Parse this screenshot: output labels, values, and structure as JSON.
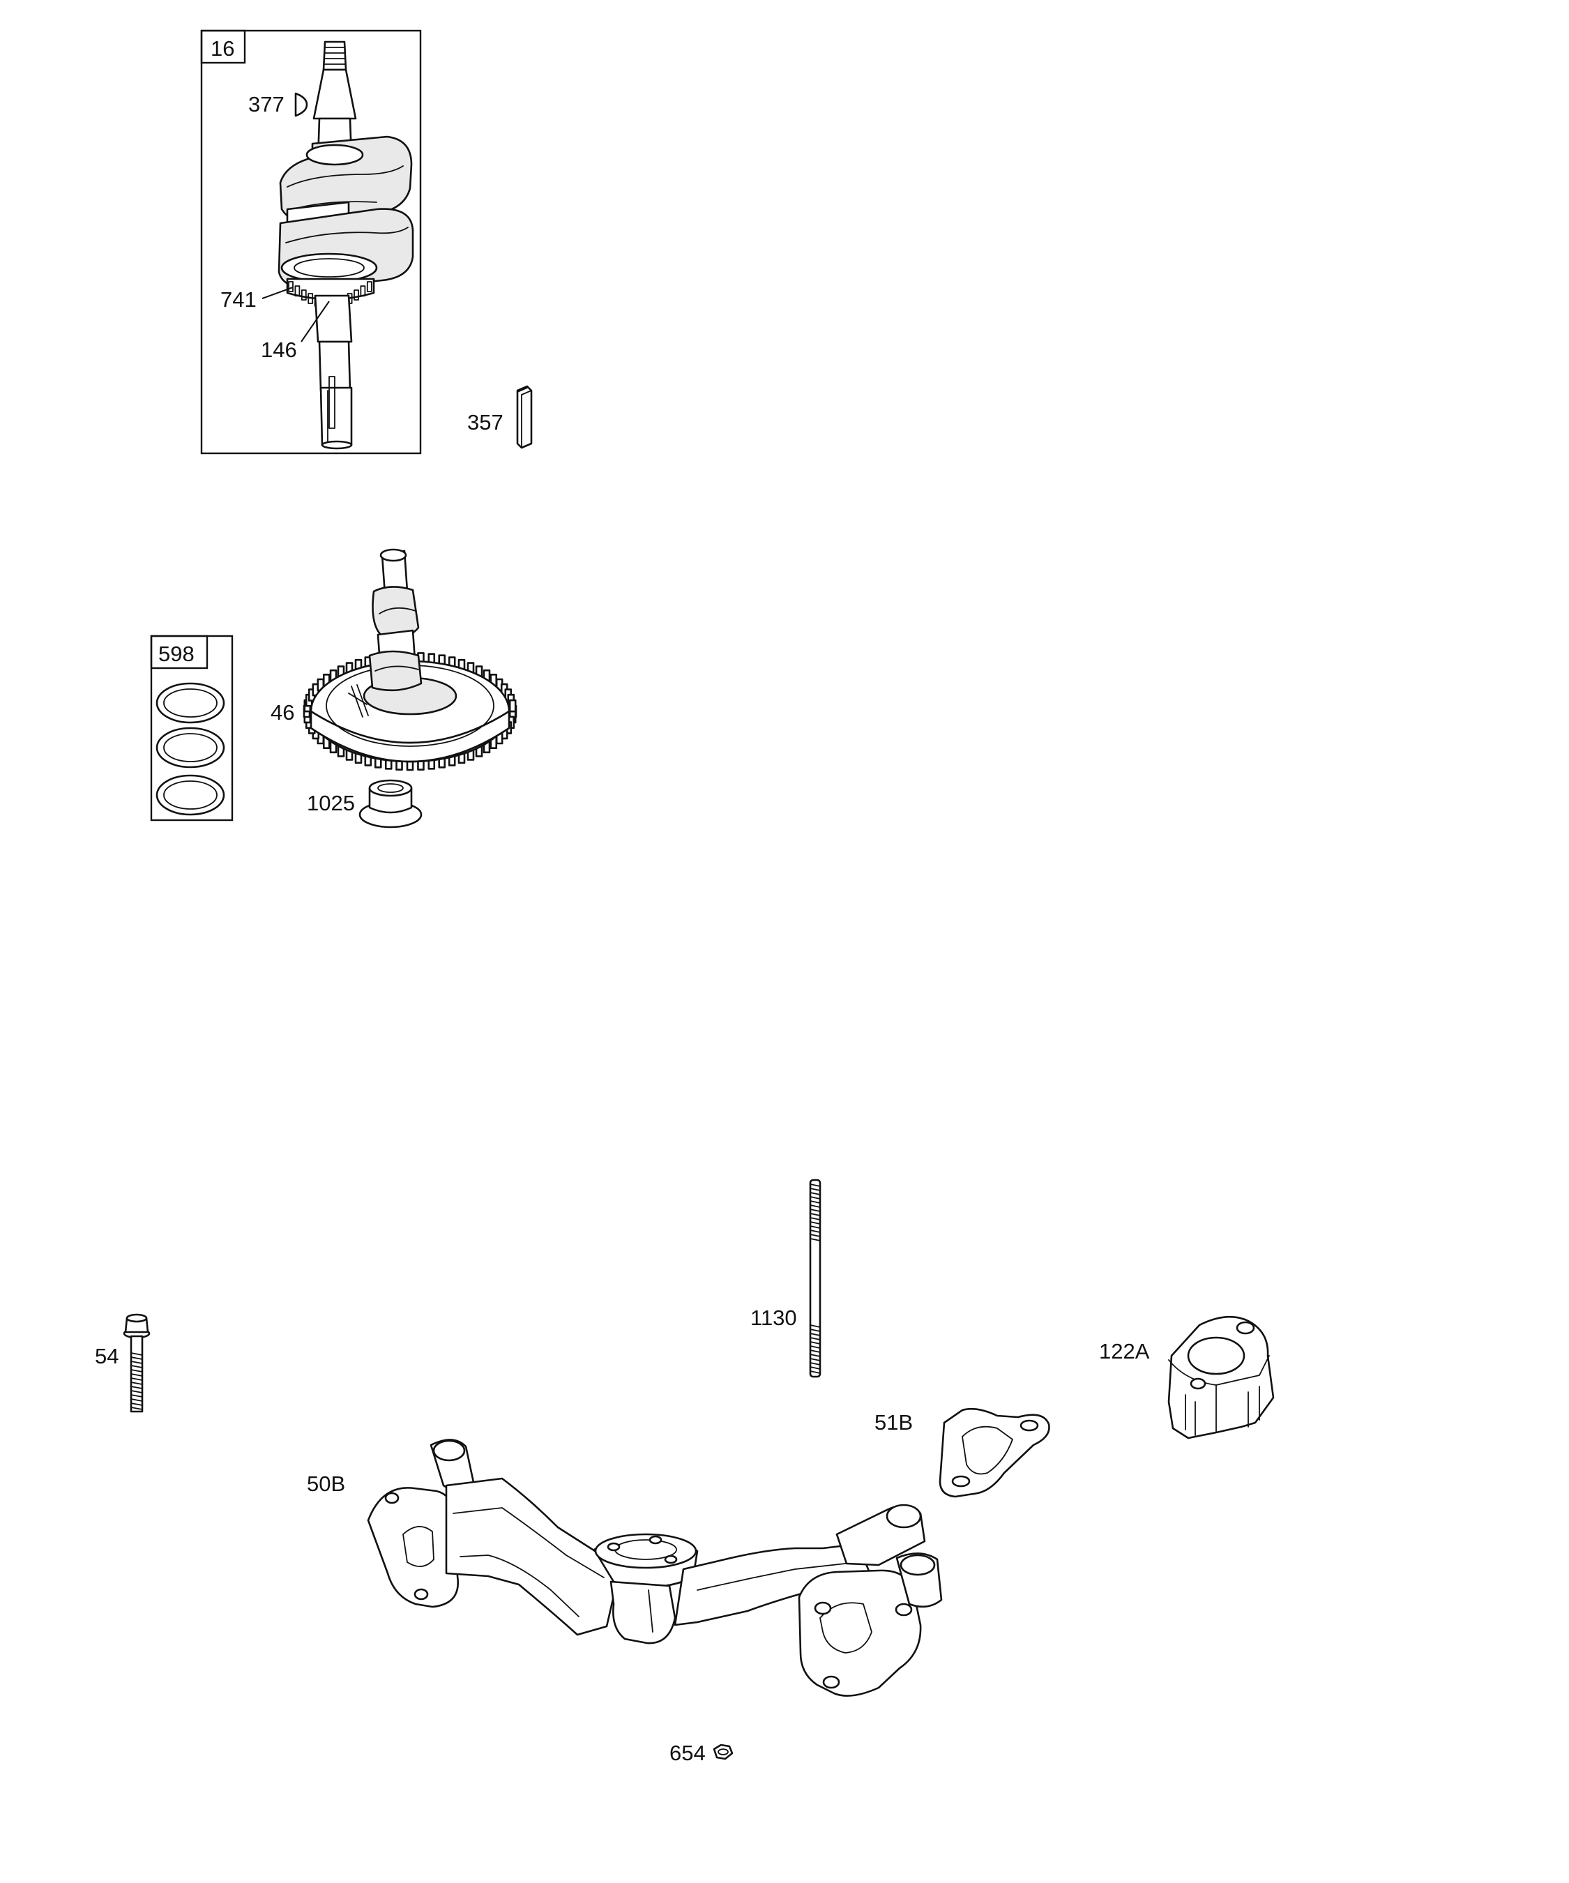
{
  "parts": {
    "crankshaft_kit": "16",
    "woodruff_key": "377",
    "timing_gear": "741",
    "crankshaft_gear": "146",
    "pto_key": "357",
    "shim_kit": "598",
    "camshaft": "46",
    "cam_bearing": "1025",
    "intake_bolt": "54",
    "stud": "1130",
    "spacer": "122A",
    "gasket": "51B",
    "intake_manifold": "50B",
    "nut": "654"
  }
}
